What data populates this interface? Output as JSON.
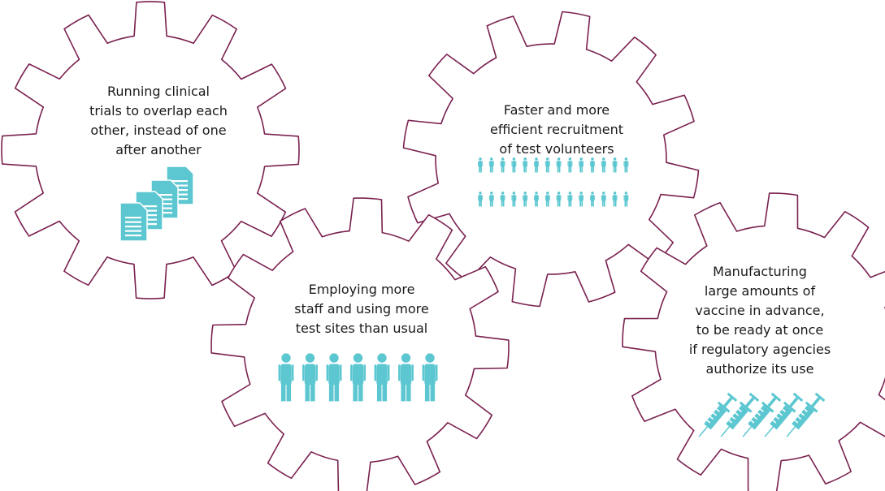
{
  "colors": {
    "gear_outline": "#7a2150",
    "icon_fill": "#5cc7d1",
    "text": "#1a1a1a",
    "background": "#ffffff"
  },
  "gears": [
    {
      "id": "overlapping-trials",
      "text_lines": [
        "Running clinical",
        "trials to overlap each",
        "other, instead of one",
        "after another"
      ],
      "icon": "document-stack-icon",
      "icon_count": 4
    },
    {
      "id": "faster-recruitment",
      "text_lines": [
        "Faster and more",
        "efficient recruitment",
        "of test volunteers"
      ],
      "icon": "volunteers-crowd-icon",
      "icon_count": 28
    },
    {
      "id": "more-staff-sites",
      "text_lines": [
        "Employing more",
        "staff and using more",
        "test sites than usual"
      ],
      "icon": "staff-people-icon",
      "icon_count": 7
    },
    {
      "id": "advance-manufacturing",
      "text_lines": [
        "Manufacturing",
        "large amounts of",
        "vaccine in advance,",
        "to be ready at once",
        "if regulatory agencies",
        "authorize its use"
      ],
      "icon": "syringe-icon",
      "icon_count": 5
    }
  ]
}
